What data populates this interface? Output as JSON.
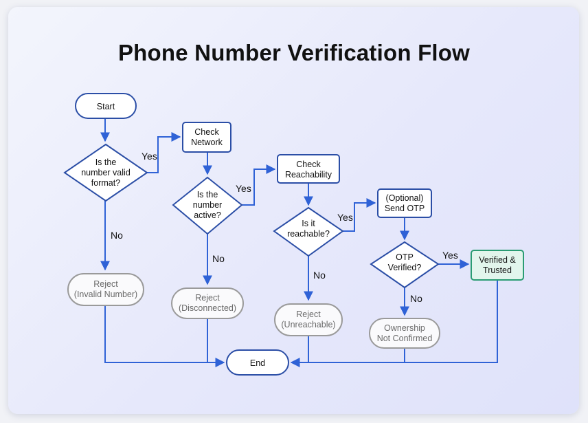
{
  "title": "Phone Number Verification Flow",
  "nodes": {
    "start": [
      "Start"
    ],
    "valid_format": [
      "Is the",
      "number valid",
      "format?"
    ],
    "check_network": [
      "Check",
      "Network"
    ],
    "number_active": [
      "Is the",
      "number",
      "active?"
    ],
    "check_reachability": [
      "Check",
      "Reachability"
    ],
    "reachable": [
      "Is it",
      "reachable?"
    ],
    "send_otp": [
      "(Optional)",
      "Send OTP"
    ],
    "otp_verified": [
      "OTP",
      "Verified?"
    ],
    "verified_trusted": [
      "Verified &",
      "Trusted"
    ],
    "reject_invalid": [
      "Reject",
      "(Invalid Number)"
    ],
    "reject_disconnected": [
      "Reject",
      "(Disconnected)"
    ],
    "reject_unreachable": [
      "Reject",
      "(Unreachable)"
    ],
    "ownership_not_confirmed": [
      "Ownership",
      "Not Confirmed"
    ],
    "end": [
      "End"
    ]
  },
  "edge_labels": {
    "yes": "Yes",
    "no": "No"
  },
  "colors": {
    "stroke_dark": "#2b4ea6",
    "stroke_grey": "#9a9a9a",
    "stroke_green": "#2a9c73",
    "fill_green": "#e2f5ec",
    "arrow": "#2f62d6"
  }
}
